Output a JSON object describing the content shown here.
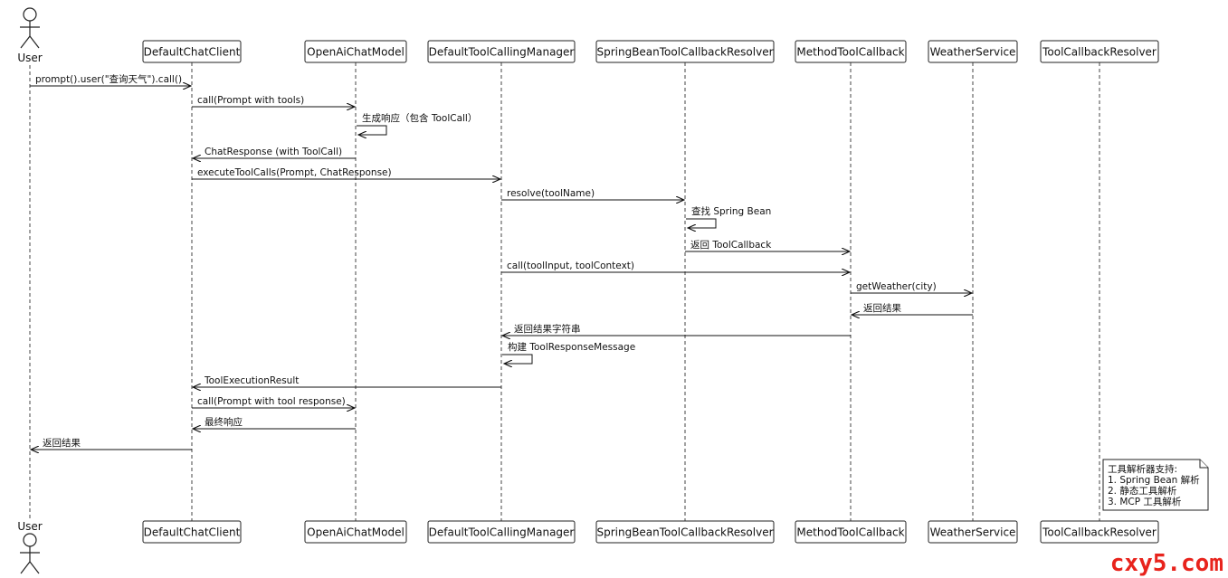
{
  "diagram": {
    "actor": {
      "name": "User"
    },
    "participants": [
      {
        "id": "client",
        "name": "DefaultChatClient"
      },
      {
        "id": "model",
        "name": "OpenAiChatModel"
      },
      {
        "id": "manager",
        "name": "DefaultToolCallingManager"
      },
      {
        "id": "resolver",
        "name": "SpringBeanToolCallbackResolver"
      },
      {
        "id": "callback",
        "name": "MethodToolCallback"
      },
      {
        "id": "weather",
        "name": "WeatherService"
      },
      {
        "id": "tcr",
        "name": "ToolCallbackResolver"
      }
    ],
    "messages": [
      {
        "from": "user",
        "to": "client",
        "label": "prompt().user(\"查询天气\").call()"
      },
      {
        "from": "client",
        "to": "model",
        "label": "call(Prompt with tools)"
      },
      {
        "from": "model",
        "to": "model",
        "label": "生成响应（包含 ToolCall）"
      },
      {
        "from": "model",
        "to": "client",
        "label": "ChatResponse (with ToolCall)"
      },
      {
        "from": "client",
        "to": "manager",
        "label": "executeToolCalls(Prompt, ChatResponse)"
      },
      {
        "from": "manager",
        "to": "resolver",
        "label": "resolve(toolName)"
      },
      {
        "from": "resolver",
        "to": "resolver",
        "label": "查找 Spring Bean"
      },
      {
        "from": "resolver",
        "to": "callback",
        "label": "返回 ToolCallback"
      },
      {
        "from": "manager",
        "to": "callback",
        "label": "call(toolInput, toolContext)"
      },
      {
        "from": "callback",
        "to": "weather",
        "label": "getWeather(city)"
      },
      {
        "from": "weather",
        "to": "callback",
        "label": "返回结果"
      },
      {
        "from": "callback",
        "to": "manager",
        "label": "返回结果字符串"
      },
      {
        "from": "manager",
        "to": "manager",
        "label": "构建 ToolResponseMessage"
      },
      {
        "from": "manager",
        "to": "client",
        "label": "ToolExecutionResult"
      },
      {
        "from": "client",
        "to": "model",
        "label": "call(Prompt with tool response)"
      },
      {
        "from": "model",
        "to": "client",
        "label": "最终响应"
      },
      {
        "from": "client",
        "to": "user",
        "label": "返回结果"
      }
    ],
    "note": {
      "attached_to": "tcr",
      "lines": [
        "工具解析器支持:",
        "1. Spring Bean 解析",
        "2. 静态工具解析",
        "3. MCP 工具解析"
      ]
    }
  },
  "watermark": {
    "text": "cxy5.com",
    "color": "#e8231c"
  }
}
